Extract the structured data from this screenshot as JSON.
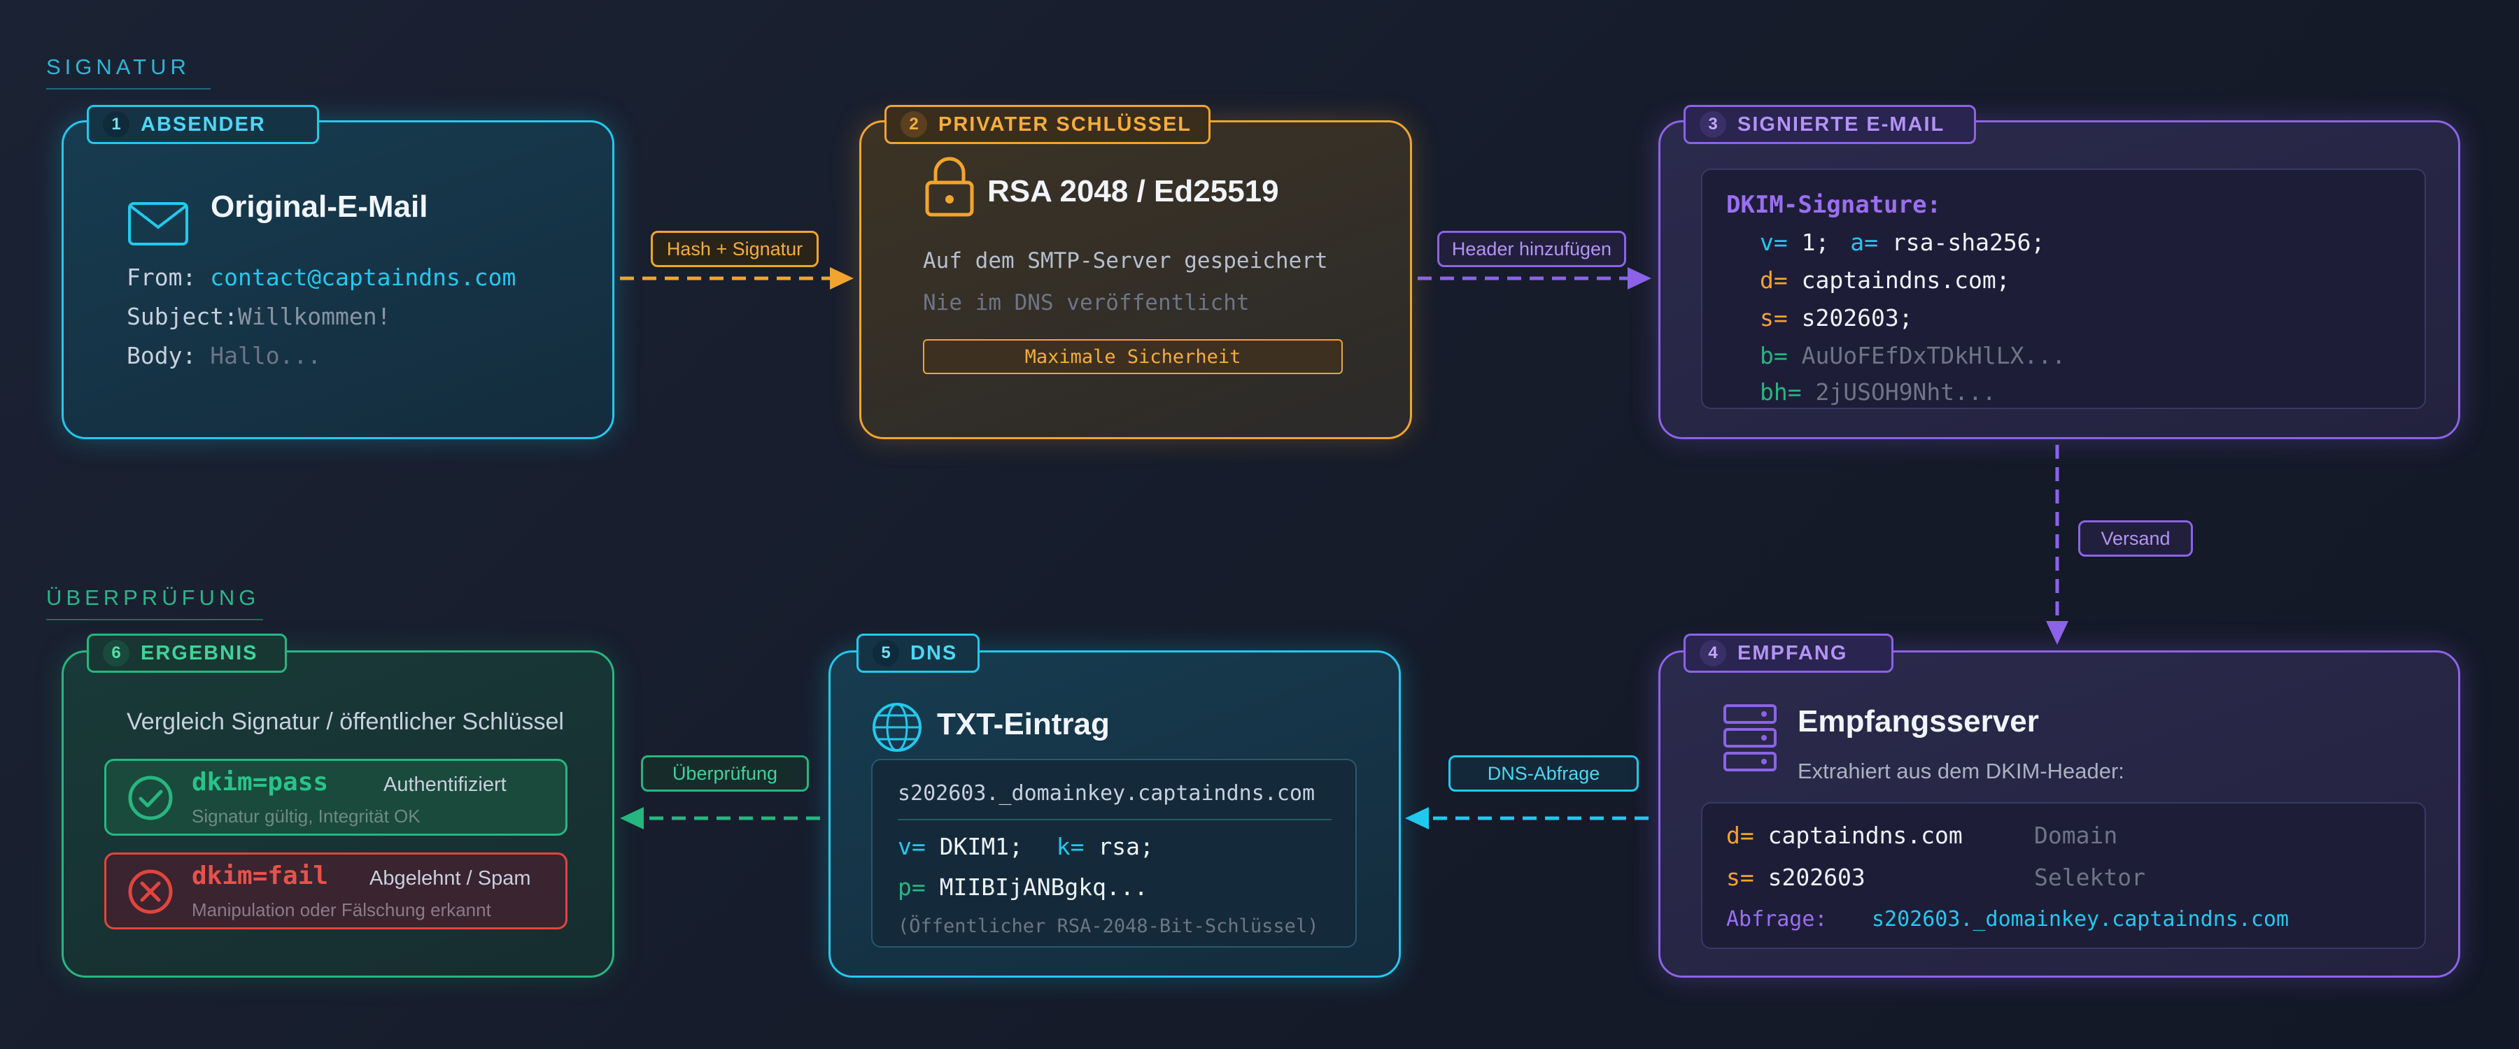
{
  "sections": {
    "signature": "SIGNATUR",
    "verification": "ÜBERPRÜFUNG"
  },
  "colors": {
    "cyan": "#22c9ee",
    "orange": "#f2a42e",
    "purple": "#8c63e8",
    "green": "#27b681",
    "fail_red": "#e2453e",
    "background": "#161c2b"
  },
  "cards": {
    "sender": {
      "num": "1",
      "tab": "ABSENDER",
      "icon": "mail-icon",
      "title": "Original-E-Mail",
      "rows": [
        {
          "key": "From:",
          "value": "contact@captaindns.com"
        },
        {
          "key": "Subject:",
          "value": "Willkommen!"
        },
        {
          "key": "Body:",
          "value": "Hallo..."
        }
      ]
    },
    "private_key": {
      "num": "2",
      "tab": "PRIVATER SCHLÜSSEL",
      "icon": "lock-icon",
      "title": "RSA 2048 / Ed25519",
      "line1": "Auf dem SMTP-Server gespeichert",
      "line2": "Nie im DNS veröffentlicht",
      "badge": "Maximale Sicherheit"
    },
    "signed_email": {
      "num": "3",
      "tab": "SIGNIERTE E-MAIL",
      "header": "DKIM-Signature:",
      "v_key": "v=",
      "v_val": "1;",
      "a_key": "a=",
      "a_val": "rsa-sha256;",
      "d_key": "d=",
      "d_val": "captaindns.com;",
      "s_key": "s=",
      "s_val": "s202603;",
      "b_key": "b=",
      "b_val": "AuUoFEfDxTDkHlLX...",
      "bh_key": "bh=",
      "bh_val": "2jUSOH9Nht..."
    },
    "receiving": {
      "num": "4",
      "tab": "EMPFANG",
      "icon": "server-icon",
      "title": "Empfangsserver",
      "subtitle": "Extrahiert aus dem DKIM-Header:",
      "d_key": "d=",
      "d_val": "captaindns.com",
      "d_desc": "Domain",
      "s_key": "s=",
      "s_val": "s202603",
      "s_desc": "Selektor",
      "query_key": "Abfrage:",
      "query_val": "s202603._domainkey.captaindns.com"
    },
    "dns": {
      "num": "5",
      "tab": "DNS",
      "icon": "globe-icon",
      "title": "TXT-Eintrag",
      "record": "s202603._domainkey.captaindns.com",
      "v_key": "v=",
      "v_val": "DKIM1;",
      "k_key": "k=",
      "k_val": "rsa;",
      "p_key": "p=",
      "p_val": "MIIBIjANBgkq...",
      "note": "(Öffentlicher RSA-2048-Bit-Schlüssel)"
    },
    "result": {
      "num": "6",
      "tab": "ERGEBNIS",
      "subtitle": "Vergleich Signatur / öffentlicher Schlüssel",
      "pass": {
        "icon": "check-circle-icon",
        "label": "dkim=pass",
        "status": "Authentifiziert",
        "detail": "Signatur gültig, Integrität OK"
      },
      "fail": {
        "icon": "x-circle-icon",
        "label": "dkim=fail",
        "status": "Abgelehnt / Spam",
        "detail": "Manipulation oder Fälschung erkannt"
      }
    }
  },
  "arrows": {
    "hash_sign": "Hash + Signatur",
    "add_header": "Header hinzufügen",
    "send": "Versand",
    "dns_query": "DNS-Abfrage",
    "verify": "Überprüfung"
  }
}
